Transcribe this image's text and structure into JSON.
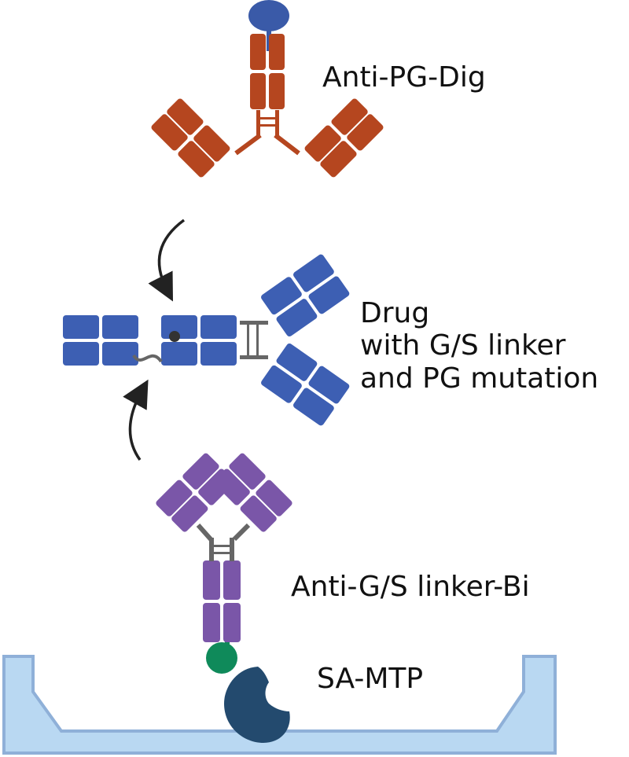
{
  "labels": {
    "anti_pg_dig": "Anti-PG-Dig",
    "drug_line1": "Drug",
    "drug_line2": "with G/S linker",
    "drug_line3": "and PG mutation",
    "anti_gs_linker_bi": "Anti-G/S linker-Bi",
    "sa_mtp": "SA-MTP"
  },
  "colors": {
    "anti_pg_dig_antibody": "#b5461f",
    "digoxigenin_tag": "#3a5aa8",
    "drug_antibody": "#3d5fb3",
    "linker": "#666666",
    "anti_gs_antibody": "#7a56a8",
    "biotin_tag": "#0f8a5a",
    "streptavidin": "#234a6e",
    "plate": "#b9d8f2",
    "plate_border": "#8fb0d8",
    "arrow": "#222222"
  }
}
